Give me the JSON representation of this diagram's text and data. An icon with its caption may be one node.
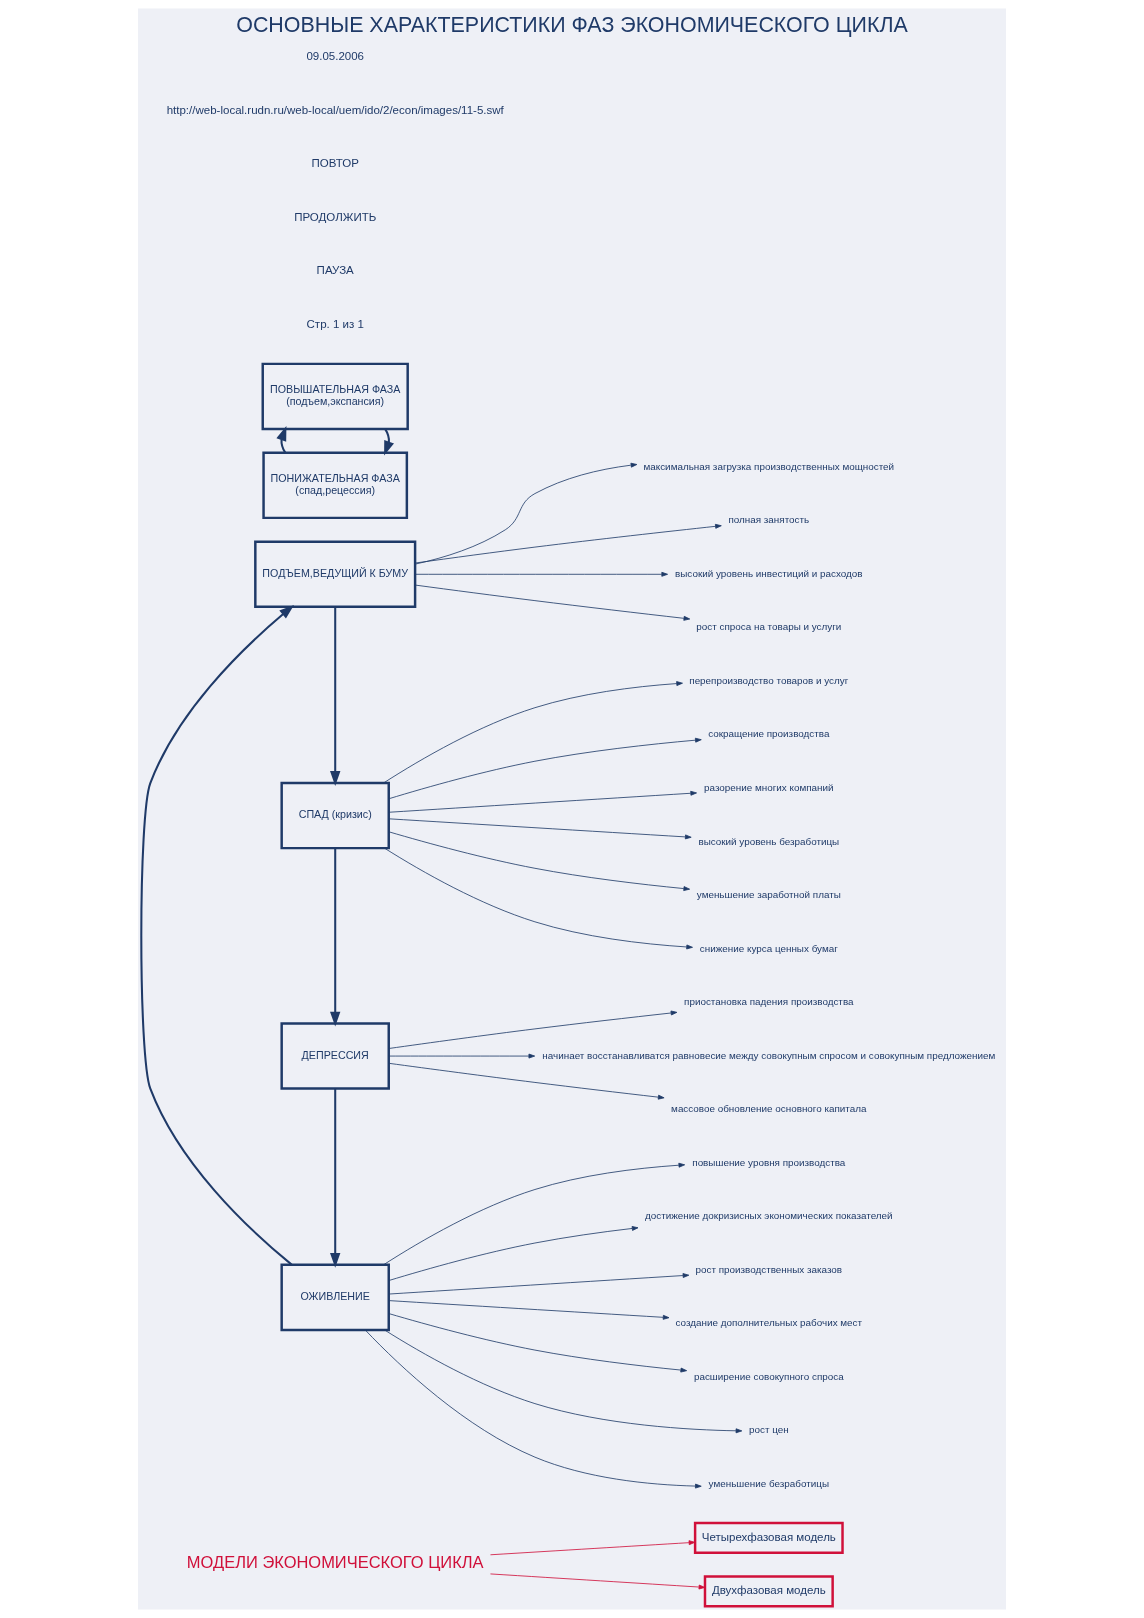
{
  "diagram": {
    "title": "ОСНОВНЫЕ ХАРАКТЕРИСТИКИ ФАЗ ЭКОНОМИЧЕСКОГО ЦИКЛА",
    "nodes": [
      {
        "text": [
          "МОДЕЛИ ЭКОНОМИЧЕСКОГО ЦИКЛА"
        ]
      },
      {
        "text": [
          "Четырехфазовая модель"
        ]
      },
      {
        "text": [
          "Двухфазовая модель"
        ]
      },
      {
        "text": [
          "ПОДЪЕМ,ВЕДУЩИЙ К БУМУ"
        ]
      },
      {
        "text": [
          "максимальная загрузка производственных мощностей"
        ]
      },
      {
        "text": [
          "полная занятость"
        ]
      },
      {
        "text": [
          "высокий уровень инвестиций и расходов"
        ]
      },
      {
        "text": [
          "рост спроса на товары и услуги"
        ]
      },
      {
        "text": [
          "СПАД (кризис)"
        ]
      },
      {
        "text": [
          "перепроизводство товаров и услуг"
        ]
      },
      {
        "text": [
          "сокращение производства"
        ]
      },
      {
        "text": [
          "разорение многих компаний"
        ]
      },
      {
        "text": [
          "высокий уровень безработицы"
        ]
      },
      {
        "text": [
          "уменьшение заработной платы"
        ]
      },
      {
        "text": [
          "снижение курса ценных бумаг"
        ]
      },
      {
        "text": [
          "ДЕПРЕССИЯ"
        ]
      },
      {
        "text": [
          "приостановка падения производства"
        ]
      },
      {
        "text": [
          "начинает восстанавливатся равновесие между совокупным спросом и совокупным предложением"
        ]
      },
      {
        "text": [
          "массовое обновление основного капитала"
        ]
      },
      {
        "text": [
          "ОЖИВЛЕНИЕ"
        ]
      },
      {
        "text": [
          "повышение уровня производства"
        ]
      },
      {
        "text": [
          "достижение докризисных экономических показателей"
        ]
      },
      {
        "text": [
          "рост производственных заказов"
        ]
      },
      {
        "text": [
          "создание дополнительных рабочих мест"
        ]
      },
      {
        "text": [
          "расширение совокупного спроса"
        ]
      },
      {
        "text": [
          "рост цен"
        ]
      },
      {
        "text": [
          "уменьшение безработицы"
        ]
      },
      {
        "text": [
          "ПОВЫШАТЕЛЬНАЯ ФАЗА",
          "(подъем,экспансия)"
        ]
      },
      {
        "text": [
          "ПОНИЖАТЕЛЬНАЯ ФАЗА",
          "(спад,рецессия)"
        ]
      }
    ],
    "edges": [
      {
        "from": 0,
        "to": 1,
        "arrow": "to",
        "color": "#d0103a"
      },
      {
        "from": 0,
        "to": 2,
        "arrow": "to",
        "color": "#d0103a"
      },
      {
        "from": 3,
        "to": 4,
        "arrow": "to"
      },
      {
        "from": 3,
        "to": 5,
        "arrow": "to"
      },
      {
        "from": 3,
        "to": 6,
        "arrow": "to"
      },
      {
        "from": 3,
        "to": 7,
        "arrow": "to"
      },
      {
        "from": 3,
        "to": 8,
        "arrow": "to"
      },
      {
        "from": 8,
        "to": 9,
        "arrow": "to"
      },
      {
        "from": 8,
        "to": 10,
        "arrow": "to"
      },
      {
        "from": 8,
        "to": 11,
        "arrow": "to"
      },
      {
        "from": 8,
        "to": 12,
        "arrow": "to"
      },
      {
        "from": 8,
        "to": 13,
        "arrow": "to"
      },
      {
        "from": 8,
        "to": 14,
        "arrow": "to"
      },
      {
        "from": 8,
        "to": 15,
        "arrow": "to"
      },
      {
        "from": 15,
        "to": 16,
        "arrow": "to"
      },
      {
        "from": 15,
        "to": 17,
        "arrow": "to"
      },
      {
        "from": 15,
        "to": 18,
        "arrow": "to"
      },
      {
        "from": 15,
        "to": 19,
        "arrow": "to"
      },
      {
        "from": 19,
        "to": 20,
        "arrow": "to"
      },
      {
        "from": 19,
        "to": 21,
        "arrow": "to"
      },
      {
        "from": 19,
        "to": 22,
        "arrow": "to"
      },
      {
        "from": 19,
        "to": 23,
        "arrow": "to"
      },
      {
        "from": 19,
        "to": 24,
        "arrow": "to"
      },
      {
        "from": 19,
        "to": 25,
        "arrow": "to"
      },
      {
        "from": 19,
        "to": 26,
        "arrow": "to"
      },
      {
        "from": 19,
        "to": 3,
        "arrow": "to"
      },
      {
        "from": 27,
        "to": 28,
        "arrow": "to"
      },
      {
        "from": 28,
        "to": 27,
        "arrow": "to"
      }
    ],
    "labels": [
      "Стр. 1 из 1",
      "ПАУЗА",
      "ПРОДОЛЖИТЬ",
      "ПОВТОР",
      "http://web-local.rudn.ru/web-local/uem/ido/2/econ/images/11-5.swf",
      "09.05.2006"
    ]
  }
}
